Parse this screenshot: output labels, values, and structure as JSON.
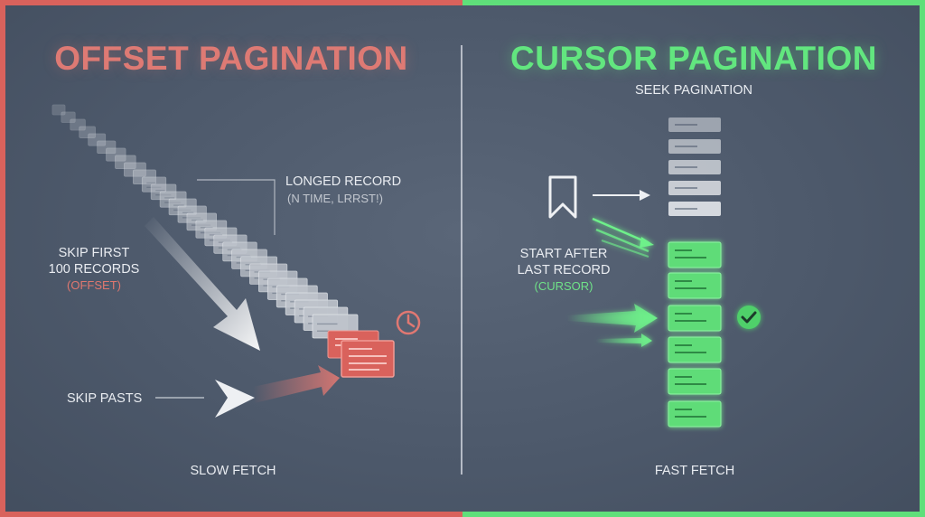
{
  "offset": {
    "title": "OFFSET PAGINATION",
    "record_label": "LONGED RECORD",
    "record_sublabel": "(N TIME, LRRST!)",
    "skip_label_line1": "SKIP FIRST",
    "skip_label_line2": "100 RECORDS",
    "skip_label_tag": "(OFFSET)",
    "skip_pasts_label": "SKIP PASTS",
    "footer": "SLOW FETCH",
    "icon": "clock-icon",
    "accent_color": "#de7a74"
  },
  "cursor": {
    "title": "CURSOR PAGINATION",
    "subtitle": "SEEK PAGINATION",
    "start_label_line1": "START AFTER",
    "start_label_line2": "LAST RECORD",
    "start_label_tag": "(CURSOR)",
    "footer": "FAST FETCH",
    "bookmark_icon": "bookmark-icon",
    "check_icon": "check-circle-icon",
    "accent_color": "#62e67f"
  }
}
